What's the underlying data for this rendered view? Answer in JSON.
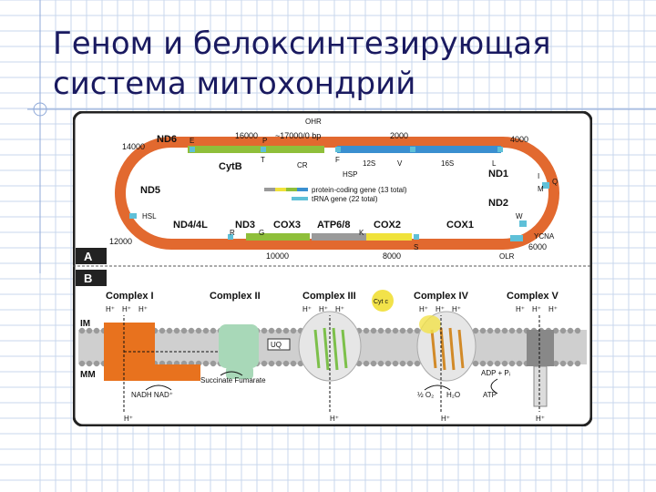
{
  "slide": {
    "title_line1": "Геном и белоксинтезирующая",
    "title_line2": "система митохондрий"
  },
  "panel_a": {
    "label": "A",
    "positions": {
      "p14000": "14000",
      "p16000": "16000",
      "p17000": "~17000/0 bp",
      "p2000": "2000",
      "p4000": "4000",
      "p6000": "6000",
      "p8000": "8000",
      "p10000": "10000",
      "p12000": "12000"
    },
    "genes": {
      "ND6": "ND6",
      "CytB": "CytB",
      "ND5": "ND5",
      "ND4_4L": "ND4/4L",
      "ND3": "ND3",
      "COX3": "COX3",
      "ATP6_8": "ATP6/8",
      "COX2": "COX2",
      "COX1": "COX1",
      "ND2": "ND2",
      "ND1": "ND1",
      "rRNA12S": "12S",
      "rRNA16S": "16S"
    },
    "trna": {
      "E": "E",
      "P": "P",
      "T": "T",
      "F": "F",
      "V": "V",
      "L": "L",
      "I": "I",
      "Q": "Q",
      "M": "M",
      "W": "W",
      "YCNA": "YCNA",
      "S": "S",
      "K": "K",
      "R": "R",
      "G": "G"
    },
    "regions": {
      "OHR": "OHR",
      "CR": "CR",
      "HSP": "HSP",
      "HSL": "HSL",
      "OLR": "OLR"
    },
    "legend": {
      "protein": "protein-coding gene (13 total)",
      "trna": "tRNA gene (22 total)"
    },
    "colors": {
      "ring": "#e2692f",
      "protein_green": "#8fbf3a",
      "protein_blue": "#3a8fd0",
      "protein_gray": "#9a9a9a",
      "protein_yellow": "#f0e23a",
      "trna_cyan": "#5fc0d8"
    }
  },
  "panel_b": {
    "label": "B",
    "complexes": {
      "c1": "Complex I",
      "c2": "Complex II",
      "c3": "Complex III",
      "c4": "Complex IV",
      "c5": "Complex V"
    },
    "membrane": {
      "im": "IM",
      "mm": "MM"
    },
    "labels": {
      "hplus": "H⁺",
      "uq": "UQ",
      "cytc": "Cyt c",
      "nadh": "NADH  NAD⁺",
      "succinate": "Succinate  Fumarate",
      "o2": "½ O₂",
      "h2o": "H₂O",
      "adp": "ADP + Pᵢ",
      "atp": "ATP"
    },
    "colors": {
      "c1": "#e8721e",
      "c2": "#a8d8b8",
      "c3": "#7cc04a",
      "c4": "#d28a28",
      "c5": "#888888",
      "cytc": "#f2e24a"
    }
  }
}
